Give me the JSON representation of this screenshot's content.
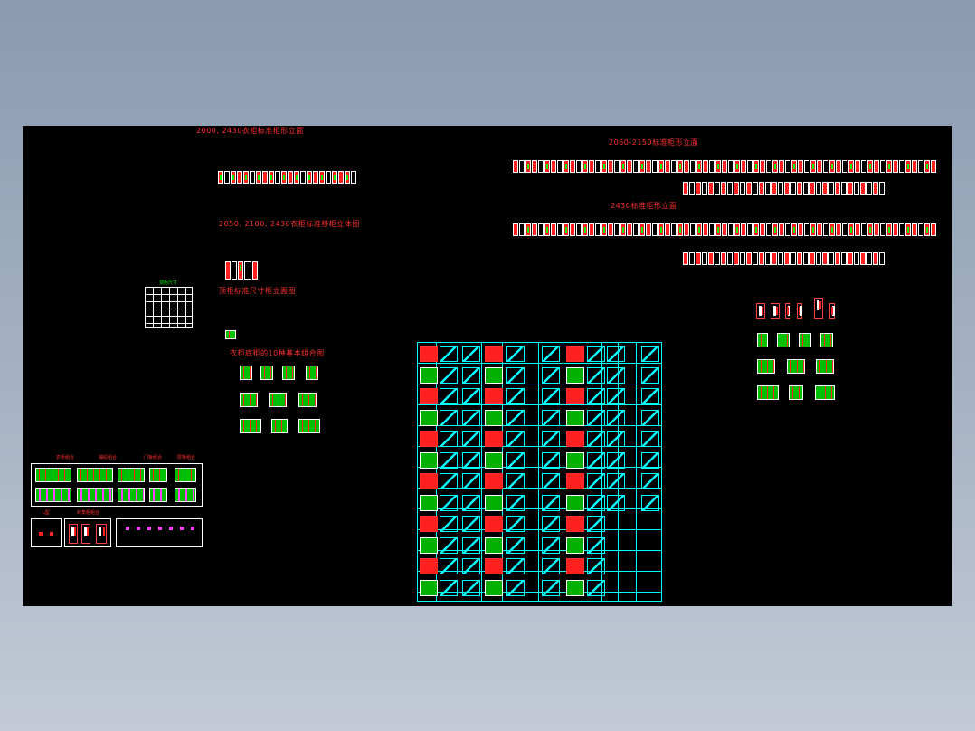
{
  "canvas": {
    "background": "#000000",
    "accent_red": "#ff3030",
    "accent_cyan": "#00ffff",
    "accent_green": "#00c000",
    "accent_magenta": "#ff40ff"
  },
  "titles": {
    "elev_2000_2430": "2000, 2430衣柜标准柜形立面",
    "elev_2050_2100_2430": "2050, 2100, 2430衣柜标准移柜立体图",
    "top_standard": "顶柜标准尺寸柜立面图",
    "base_combos": "衣柜底柜的10种基本组合图",
    "elev_2060_2150": "2060-2150标准柜形立面",
    "elev_2430_right": "2430标准柜形立面"
  },
  "labels": {
    "top_grid_heading": "顶柜尺寸",
    "panel_a": "衣柜组合",
    "panel_b": "抽屉组合",
    "panel_c": "门板组合",
    "panel_d": "层板组合",
    "panel_e": "L型",
    "panel_f": "转角柜组合"
  }
}
